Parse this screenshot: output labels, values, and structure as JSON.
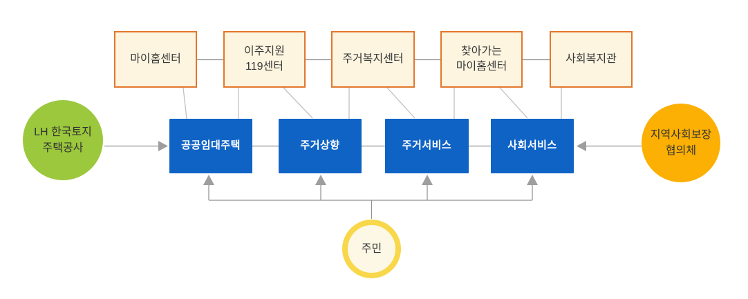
{
  "colors": {
    "box-border-orange": "#e2772c",
    "box-fill-cream": "#fdf5e0",
    "service-blue": "#0f63c5",
    "lh-green": "#9bc83c",
    "council-amber": "#fcb003",
    "resident-yellow": "#f8d74a",
    "resident-fill": "#fdf8e6",
    "connector-gray": "#8f8f8f",
    "connector-light": "#c0c0c0",
    "arrow-gray": "#9e9e9e"
  },
  "top_row": [
    {
      "label": "마이홈센터"
    },
    {
      "label": "이주지원\n119센터"
    },
    {
      "label": "주거복지센터"
    },
    {
      "label": "찾아가는\n마이홈센터"
    },
    {
      "label": "사회복지관"
    }
  ],
  "service_row": [
    {
      "label": "공공임대주택"
    },
    {
      "label": "주거상향"
    },
    {
      "label": "주거서비스"
    },
    {
      "label": "사회서비스"
    }
  ],
  "left_circle": {
    "label": "LH 한국토지\n주택공사"
  },
  "right_circle": {
    "label": "지역사회보장\n협의체"
  },
  "resident_circle": {
    "label": "주민"
  }
}
